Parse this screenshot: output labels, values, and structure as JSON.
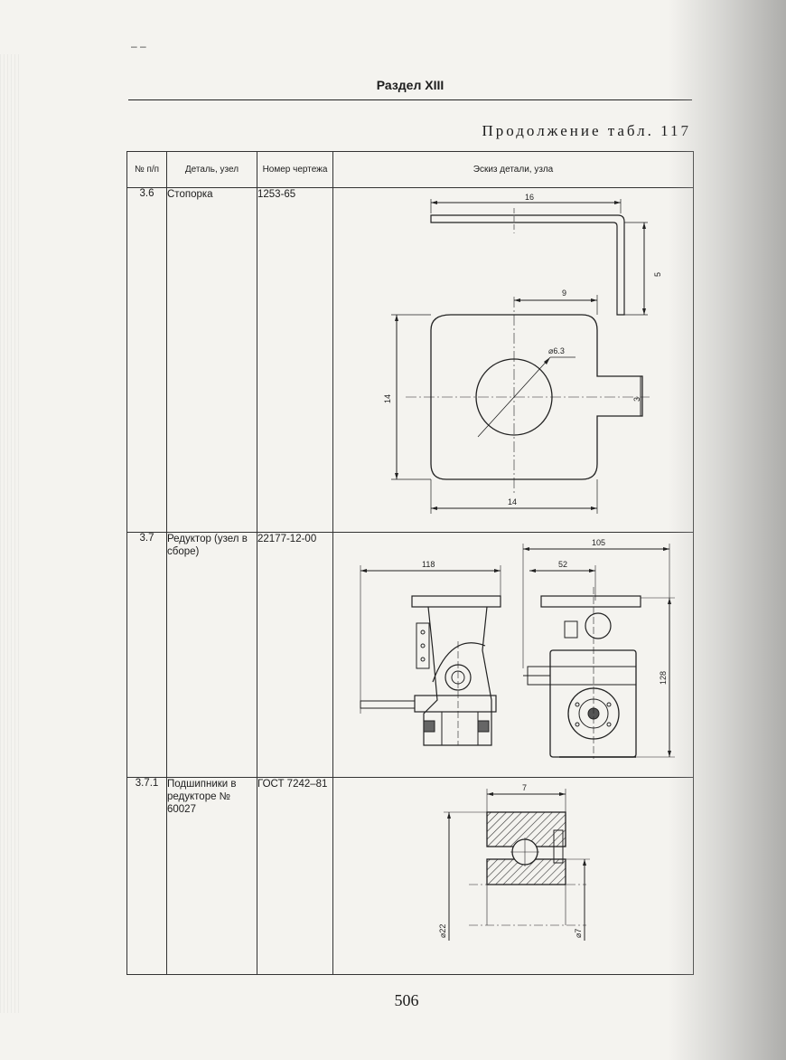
{
  "header": {
    "mark": "– –",
    "section": "Раздел XIII",
    "continuation": "Продолжение табл. 117"
  },
  "table": {
    "columns": [
      "№ п/п",
      "Деталь, узел",
      "Номер чертежа",
      "Эскиз детали, узла"
    ],
    "rows": [
      {
        "num": "3.6",
        "part": "Стопорка",
        "drawing": "1253-65"
      },
      {
        "num": "3.7",
        "part": "Редуктор (узел в сборе)",
        "drawing": "22177-12-00"
      },
      {
        "num": "3.7.1",
        "part": "Подшипники в редукторе № 60027",
        "drawing": "ГОСТ 7242–81"
      }
    ]
  },
  "sketches": {
    "stopper": {
      "dim_top": "16",
      "dim_side": "5",
      "dim_half": "9",
      "dim_hole": "⌀6.3",
      "dim_height": "14",
      "dim_tab": "3",
      "dim_width": "14"
    },
    "gearbox": {
      "dim_left": "118",
      "dim_total": "105",
      "dim_half": "52",
      "dim_height": "128"
    },
    "bearing": {
      "dim_width": "7",
      "dim_outer": "⌀22",
      "dim_inner": "⌀7"
    }
  },
  "footer": {
    "page": "506"
  }
}
